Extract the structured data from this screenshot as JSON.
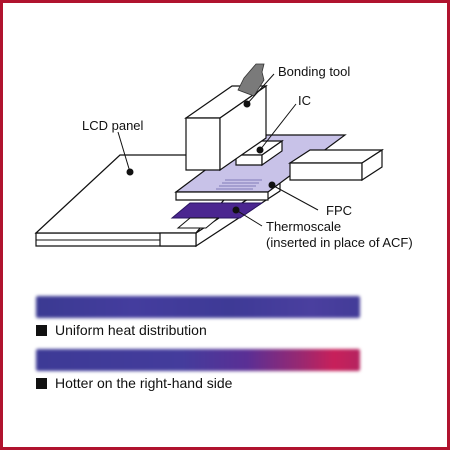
{
  "diagram": {
    "labels": {
      "bonding_tool": "Bonding tool",
      "ic": "IC",
      "lcd_panel": "LCD panel",
      "fpc": "FPC",
      "thermoscale_line1": "Thermoscale",
      "thermoscale_line2": "(inserted in place of ACF)"
    }
  },
  "results": [
    {
      "caption": "Uniform heat distribution",
      "strip_color": "#3d3a9a"
    },
    {
      "caption": "Hotter on the right-hand side",
      "strip_color_left": "#3f3a98",
      "strip_color_right": "#c8205a"
    }
  ],
  "colors": {
    "frame": "#b0132e",
    "fpc": "#8c83c9",
    "thermoscale": "#5a2a9c"
  }
}
